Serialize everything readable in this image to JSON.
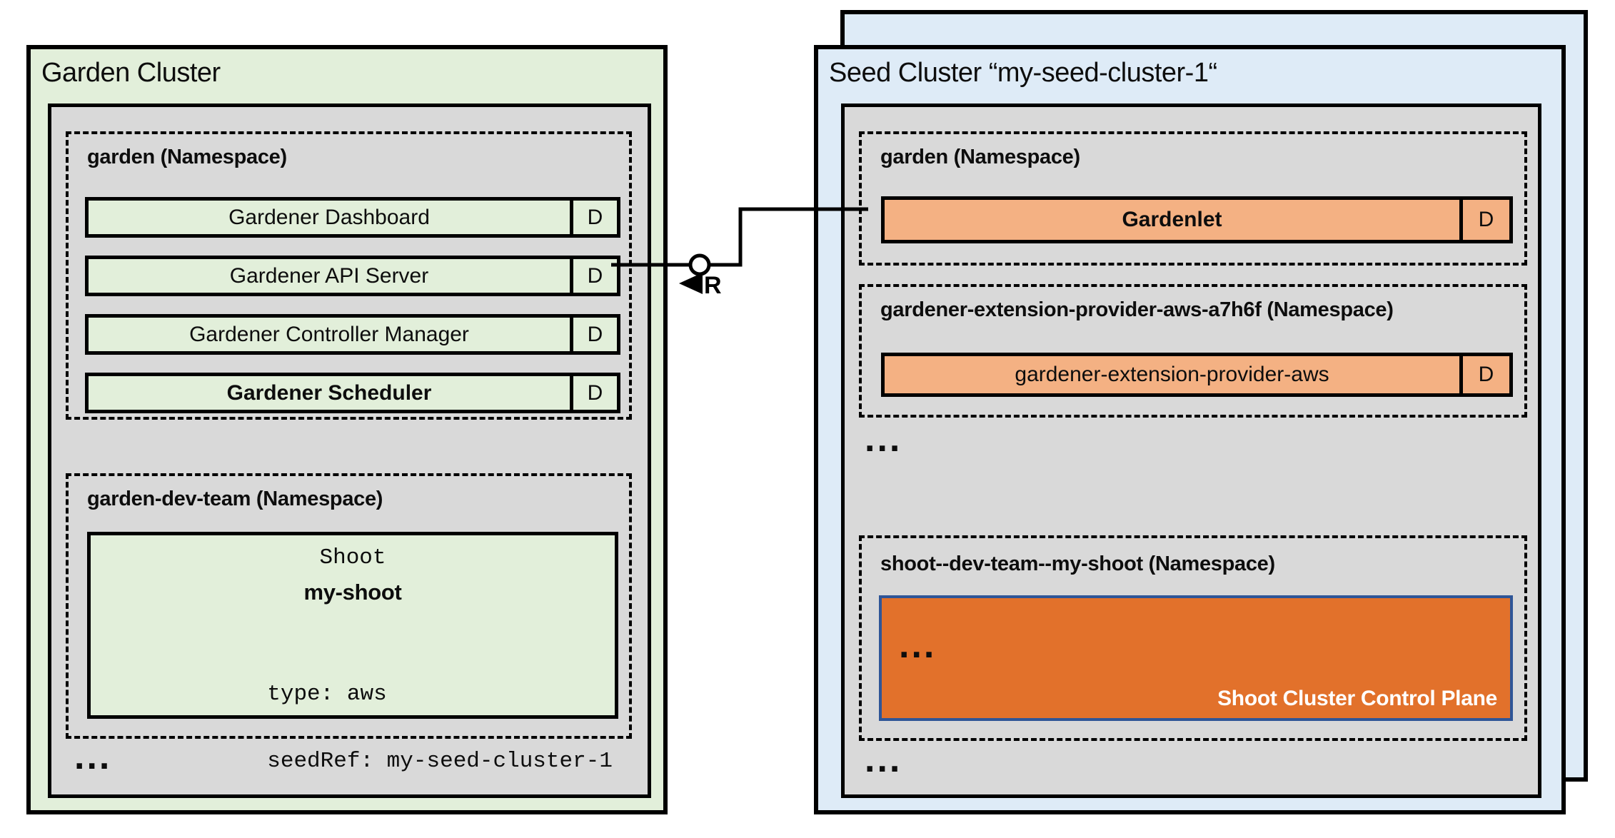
{
  "colors": {
    "garden_cluster_bg": "#e2efda",
    "seed_cluster_bg": "#deebf7",
    "namespace_panel_gray": "#d9d9d9",
    "deployment_green": "#e2efda",
    "deployment_orange": "#f4b183",
    "control_plane_orange": "#e2712b",
    "control_plane_border_blue": "#2f5597",
    "line_black": "#000000"
  },
  "garden_cluster": {
    "title": "Garden Cluster",
    "garden_namespace": {
      "label": "garden (Namespace)",
      "deployments": [
        {
          "name": "Gardener Dashboard",
          "badge": "D"
        },
        {
          "name": "Gardener API Server",
          "badge": "D"
        },
        {
          "name": "Gardener Controller Manager",
          "badge": "D"
        },
        {
          "name": "Gardener Scheduler",
          "badge": "D"
        }
      ]
    },
    "dev_team_namespace": {
      "label": "garden-dev-team (Namespace)",
      "shoot": {
        "kind": "Shoot",
        "name": "my-shoot",
        "spec": [
          "type: aws",
          "seedRef: my-seed-cluster-1"
        ]
      }
    },
    "ellipsis": "..."
  },
  "connector": {
    "label": "R"
  },
  "seed_cluster": {
    "title": "Seed Cluster “my-seed-cluster-1“",
    "garden_namespace": {
      "label": "garden (Namespace)",
      "deployment": {
        "name": "Gardenlet",
        "badge": "D"
      }
    },
    "extension_namespace": {
      "label": "gardener-extension-provider-aws-a7h6f (Namespace)",
      "deployment": {
        "name": "gardener-extension-provider-aws",
        "badge": "D"
      }
    },
    "ellipsis_mid": "...",
    "shoot_namespace": {
      "label": "shoot--dev-team--my-shoot (Namespace)",
      "control_plane": {
        "ellipsis": "...",
        "label": "Shoot Cluster Control Plane"
      }
    },
    "ellipsis_bottom": "..."
  }
}
